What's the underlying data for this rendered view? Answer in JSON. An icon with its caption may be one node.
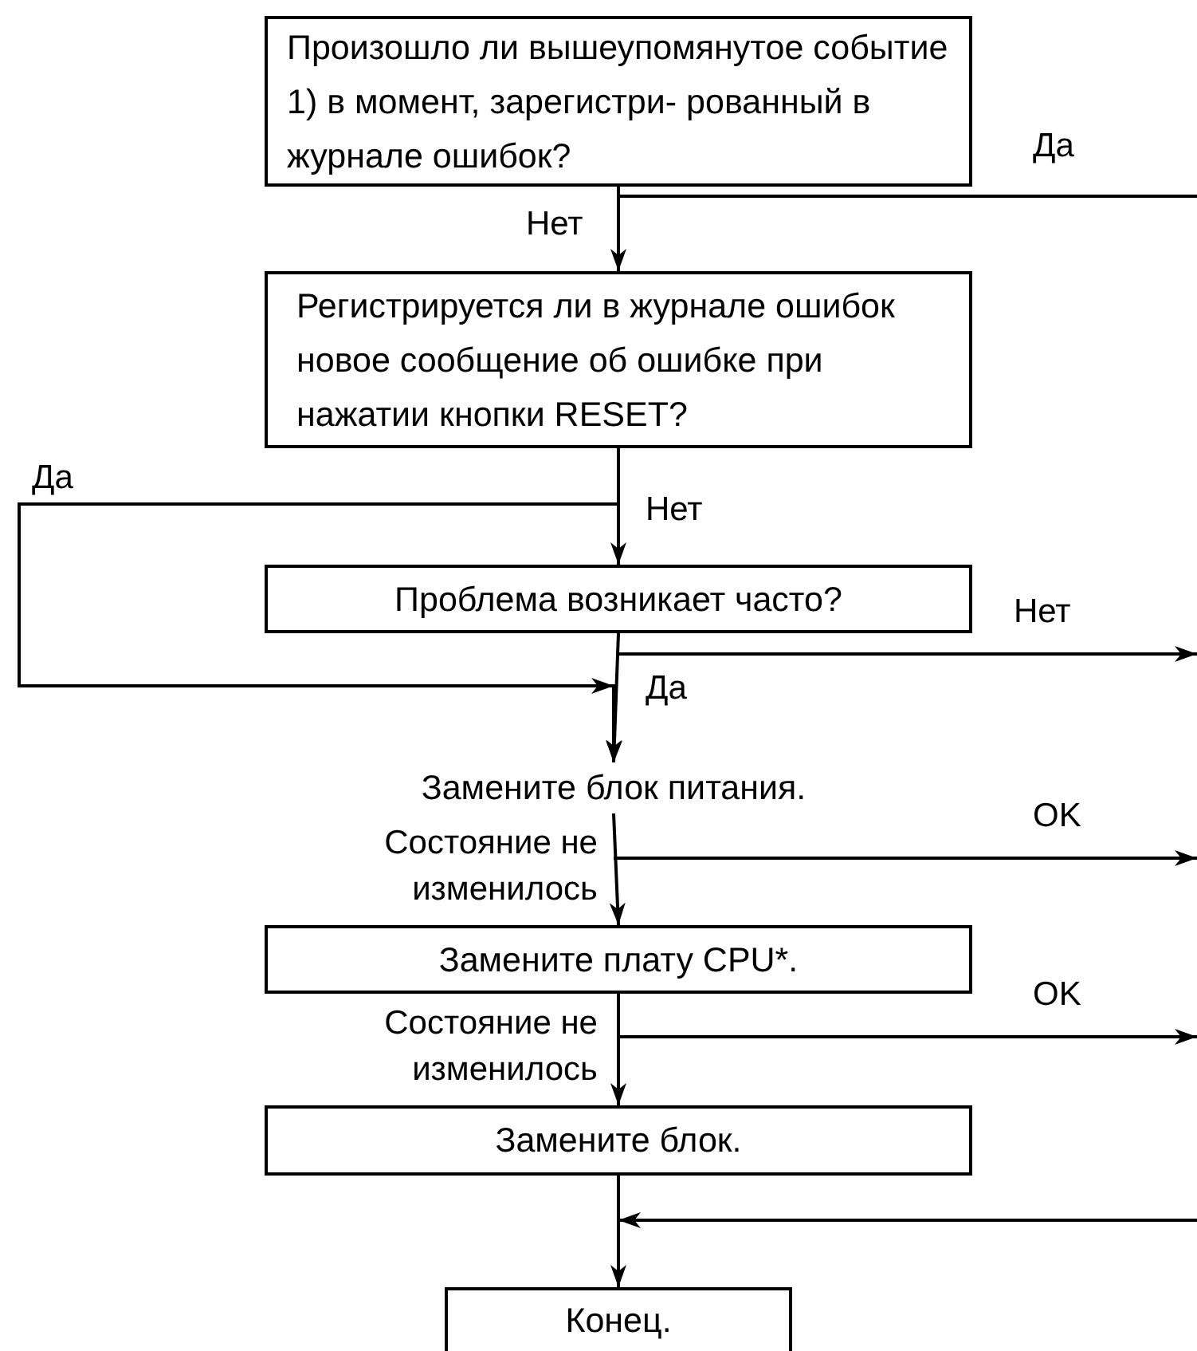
{
  "diagram": {
    "nodes": [
      {
        "text": [
          "Произошло ли вышеупомянутое событие 1) в момент, зарегистри- рованный в журнале ошибок?"
        ]
      },
      {
        "text": [
          "Регистрируется ли в журнале ошибок новое сообщение об ошибке при нажатии кнопки RESET?"
        ]
      },
      {
        "text": [
          "Проблема возникает часто?"
        ]
      },
      {
        "text": [
          "Замените блок питания."
        ]
      },
      {
        "text": [
          "Замените плату CPU*."
        ]
      },
      {
        "text": [
          "Замените блок."
        ]
      },
      {
        "text": [
          "Конец."
        ]
      }
    ],
    "edges": [
      {
        "from": 0,
        "to": 1,
        "arrow": "to",
        "label": "Нет"
      },
      {
        "from": 0,
        "to": null,
        "arrow": "none",
        "label": "Да"
      },
      {
        "from": 1,
        "to": 2,
        "arrow": "to",
        "label": "Нет"
      },
      {
        "from": 1,
        "to": 3,
        "arrow": "to",
        "label": "Да"
      },
      {
        "from": 2,
        "to": 3,
        "arrow": "to",
        "label": "Да"
      },
      {
        "from": 2,
        "to": null,
        "arrow": "to",
        "label": "Нет"
      },
      {
        "from": 3,
        "to": 4,
        "arrow": "to",
        "label": "Состояние не изменилось"
      },
      {
        "from": 3,
        "to": null,
        "arrow": "to",
        "label": "OK"
      },
      {
        "from": 4,
        "to": 5,
        "arrow": "to",
        "label": "Состояние не изменилось"
      },
      {
        "from": 4,
        "to": null,
        "arrow": "to",
        "label": "OK"
      },
      {
        "from": 5,
        "to": 6,
        "arrow": "to"
      },
      {
        "from": null,
        "to": 6,
        "arrow": "to"
      }
    ]
  }
}
